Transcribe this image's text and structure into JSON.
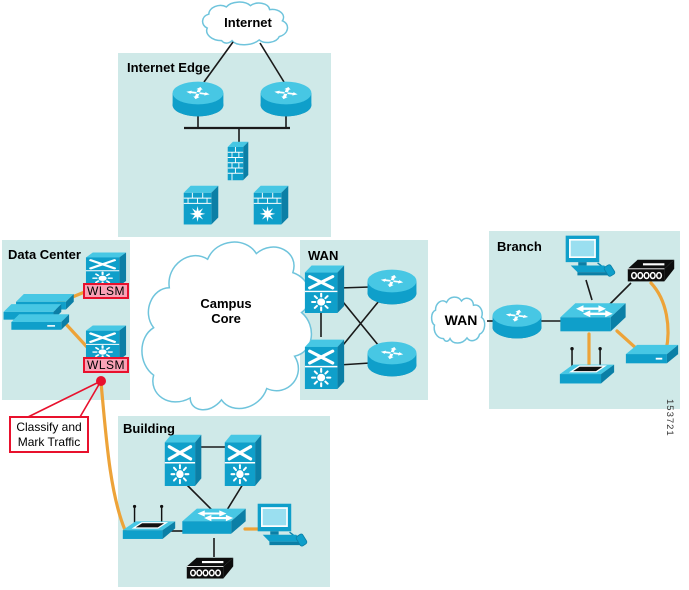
{
  "figure_number": "153721",
  "clouds": {
    "internet": {
      "label": "Internet"
    },
    "campus_core": {
      "label": "Campus Core"
    },
    "wan": {
      "label": "WAN"
    }
  },
  "sections": {
    "internet_edge": {
      "label": "Internet Edge"
    },
    "data_center": {
      "label": "Data Center"
    },
    "wan": {
      "label": "WAN"
    },
    "branch": {
      "label": "Branch"
    },
    "building": {
      "label": "Building"
    }
  },
  "modules": {
    "wlsm_top": {
      "label": "WLSM"
    },
    "wlsm_bottom": {
      "label": "WLSM"
    }
  },
  "callout": {
    "label": "Classify and Mark Traffic"
  },
  "colors": {
    "section_bg": "#cfe9e8",
    "device_blue": "#0f9fca",
    "device_blue_light": "#47c7e4",
    "device_blue_dark": "#0b7fa6",
    "screen_blue": "#9adff0",
    "line_black": "#1a1a1a",
    "line_orange": "#eda338",
    "accent_red": "#e8112d",
    "wlsm_pink": "#f9a2b6",
    "cloud_stroke": "#6fc4dc"
  },
  "icons": {
    "router-icon": "cisco-router-cylinder-with-arrows",
    "multilayer-switch-icon": "catalyst-6500-x-and-sun",
    "workgroup-switch-icon": "flat-3d-switch-double-arrows",
    "firewall-icon": "brick-wall-slab",
    "security-appliance-icon": "brick-box-with-starburst",
    "server-stack-icon": "three-stacked-slabs",
    "workstation-icon": "desktop-pc-with-mouse",
    "ip-phone-icon": "black-box-with-dial-rings",
    "access-point-icon": "flat-box-two-antennas",
    "wireless-bridge-icon": "flat-slab-appliance",
    "cloud-icon": "cloud-outline"
  }
}
